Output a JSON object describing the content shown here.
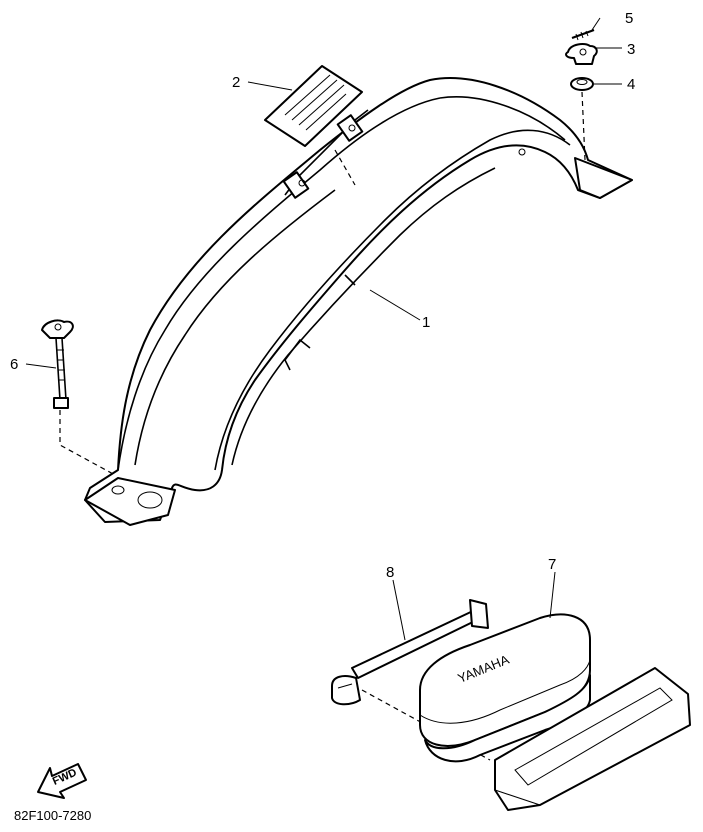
{
  "diagram": {
    "parts": [
      {
        "id": "1",
        "label": "1",
        "icon": "rear-fender"
      },
      {
        "id": "2",
        "label": "2",
        "icon": "caution-label"
      },
      {
        "id": "3",
        "label": "3",
        "icon": "wing-nut"
      },
      {
        "id": "4",
        "label": "4",
        "icon": "washer"
      },
      {
        "id": "5",
        "label": "5",
        "icon": "screw"
      },
      {
        "id": "6",
        "label": "6",
        "icon": "wing-bolt"
      },
      {
        "id": "7",
        "label": "7",
        "icon": "tool-box"
      },
      {
        "id": "8",
        "label": "8",
        "icon": "strap-band"
      }
    ],
    "fwd_label": "FWD",
    "toolbox_brand": "YAMAHA",
    "part_code": "82F100-7280"
  }
}
